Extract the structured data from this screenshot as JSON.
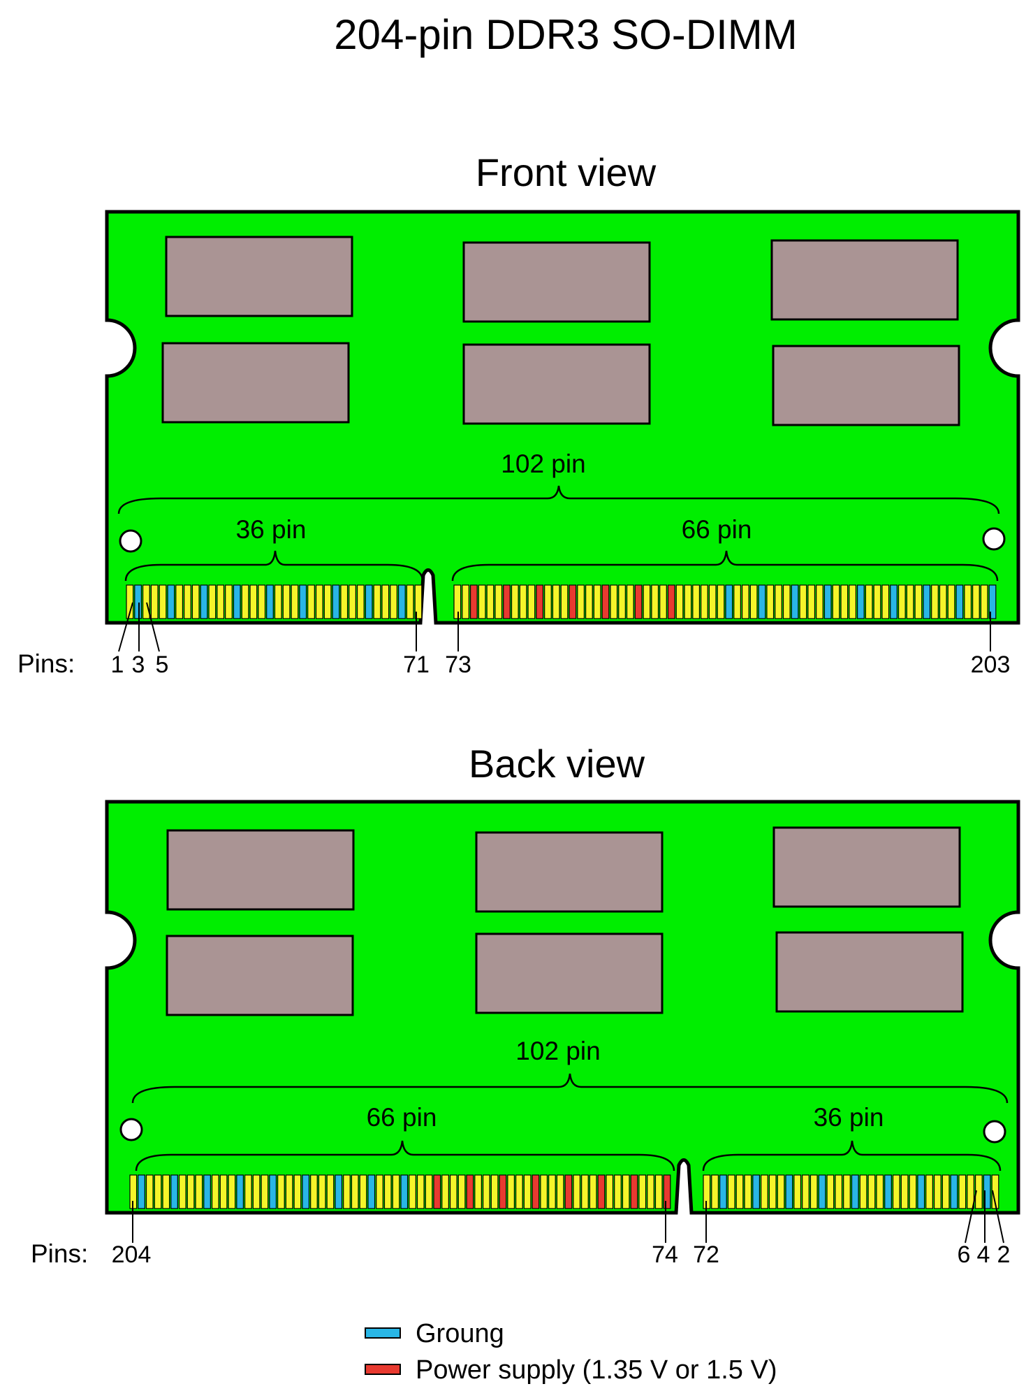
{
  "title": "204-pin DDR3 SO-DIMM",
  "front": {
    "heading": "Front view",
    "total_label": "102 pin",
    "left_label": "36 pin",
    "right_label": "66 pin",
    "pins_label": "Pins:",
    "pin_numbers": [
      "1",
      "3",
      "5",
      "71",
      "73",
      "203"
    ]
  },
  "back": {
    "heading": "Back view",
    "total_label": "102 pin",
    "left_label": "66 pin",
    "right_label": "36 pin",
    "pins_label": "Pins:",
    "pin_numbers": [
      "204",
      "74",
      "72",
      "6",
      "4",
      "2"
    ]
  },
  "legend": {
    "ground_label": "Groung",
    "power_label": "Power supply (1.35 V or 1.5 V)"
  },
  "colors": {
    "board": "#00ee00",
    "chip": "#aa9494",
    "pin_signal": "#f5f52a",
    "pin_ground": "#29b6e6",
    "pin_power": "#e83a30"
  }
}
